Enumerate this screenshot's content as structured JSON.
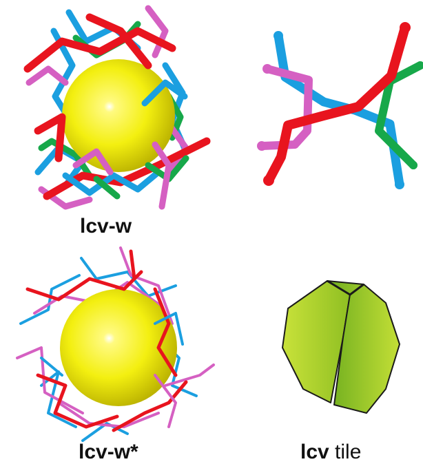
{
  "labels": {
    "lcv_w": "lcv-w",
    "lcv_w_star": "lcv-w*",
    "tile_bold": "lcv",
    "tile_rest": " tile"
  },
  "colors": {
    "sphere": "#f2ef0a",
    "red": "#e8141e",
    "blue": "#1b9fe0",
    "green": "#17a84a",
    "magenta": "#d560c2",
    "tile": "#a9cd2a"
  }
}
